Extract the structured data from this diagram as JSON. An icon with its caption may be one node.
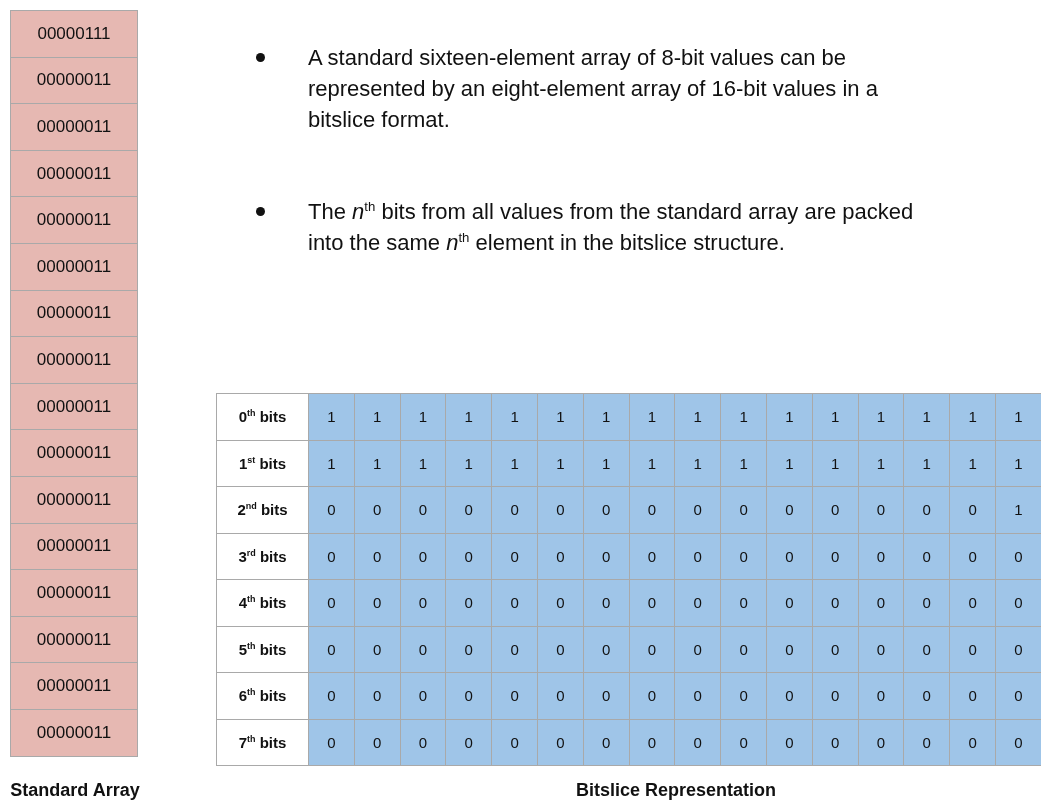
{
  "diagram": {
    "labels": [
      "00000111",
      "00000011",
      "00000011",
      "00000011",
      "00000011",
      "00000011",
      "00000011",
      "00000011",
      "00000011",
      "00000011",
      "00000011",
      "00000011",
      "00000011",
      "00000011",
      "00000011",
      "00000011",
      "Standard Array",
      "A standard sixteen-element array of 8-bit values can be represented by an eight-element array of 16-bit values in a bitslice format.",
      "The *n*$^{th}$ bits from all values from the standard array are packed into the same *n*$^{th}$ element in the bitslice structure.",
      "0$^{th}$ bits",
      "1",
      "1",
      "1",
      "1",
      "1",
      "1",
      "1",
      "1",
      "1",
      "1",
      "1",
      "1",
      "1",
      "1",
      "1",
      "1",
      "1$^{st}$ bits",
      "1",
      "1",
      "1",
      "1",
      "1",
      "1",
      "1",
      "1",
      "1",
      "1",
      "1",
      "1",
      "1",
      "1",
      "1",
      "1",
      "2$^{nd}$ bits",
      "0",
      "0",
      "0",
      "0",
      "0",
      "0",
      "0",
      "0",
      "0",
      "0",
      "0",
      "0",
      "0",
      "0",
      "0",
      "1",
      "3$^{rd}$ bits",
      "0",
      "0",
      "0",
      "0",
      "0",
      "0",
      "0",
      "0",
      "0",
      "0",
      "0",
      "0",
      "0",
      "0",
      "0",
      "0",
      "4$^{th}$ bits",
      "0",
      "0",
      "0",
      "0",
      "0",
      "0",
      "0",
      "0",
      "0",
      "0",
      "0",
      "0",
      "0",
      "0",
      "0",
      "0",
      "5$^{th}$ bits",
      "0",
      "0",
      "0",
      "0",
      "0",
      "0",
      "0",
      "0",
      "0",
      "0",
      "0",
      "0",
      "0",
      "0",
      "0",
      "0",
      "6$^{th}$ bits",
      "0",
      "0",
      "0",
      "0",
      "0",
      "0",
      "0",
      "0",
      "0",
      "0",
      "0",
      "0",
      "0",
      "0",
      "0",
      "0",
      "7$^{th}$ bits",
      "0",
      "0",
      "0",
      "0",
      "0",
      "0",
      "0",
      "0",
      "0",
      "0",
      "0",
      "0",
      "0",
      "0",
      "0",
      "0",
      "Bitslice Representation"
    ]
  }
}
